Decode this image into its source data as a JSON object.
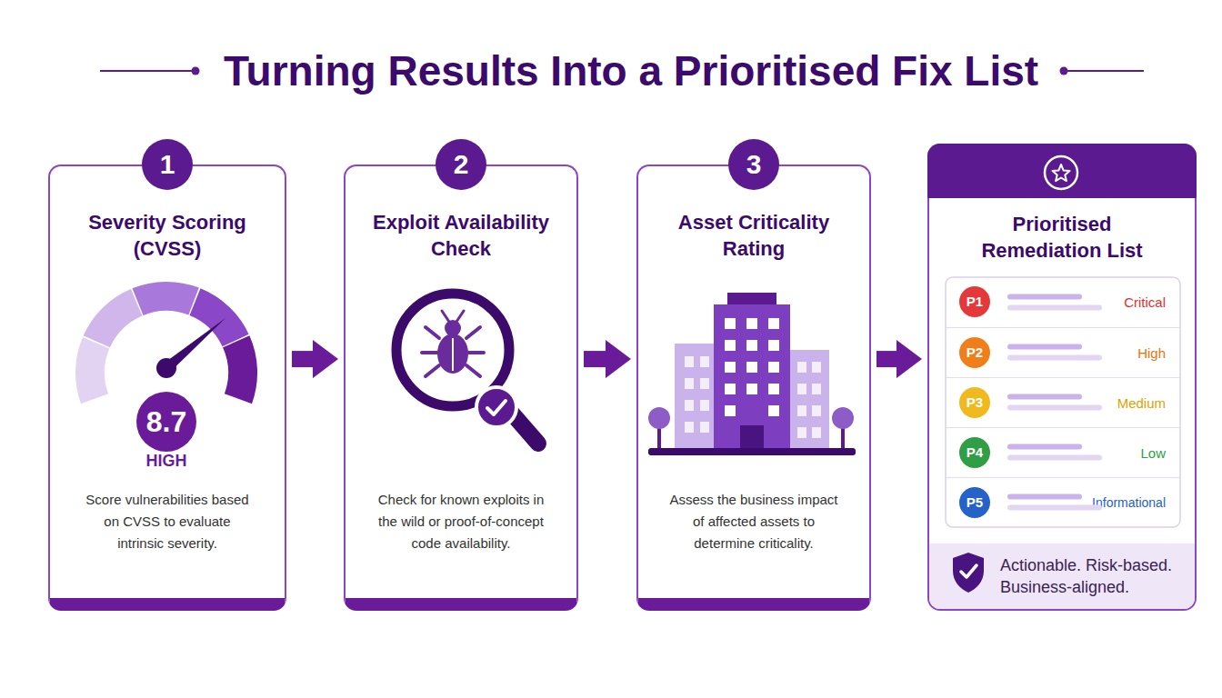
{
  "diagram": {
    "title": "Turning Results Into a Prioritised Fix List",
    "nodes": [
      {
        "text": [
          "Severity Scoring (CVSS)",
          "Score vulnerabilities based on CVSS to evaluate intrinsic severity."
        ]
      },
      {
        "text": [
          "1"
        ],
        "in": 0
      },
      {
        "text": [
          "8.7"
        ],
        "in": 0
      },
      {
        "text": [
          "Exploit Availability Check",
          "Check for known exploits in the wild or proof-of-concept code availability."
        ]
      },
      {
        "text": [
          "2"
        ],
        "in": 3
      },
      {
        "text": [
          "Asset Criticality Rating",
          "Assess the business impact of affected assets to determine criticality."
        ]
      },
      {
        "text": [
          "3"
        ],
        "in": 5
      },
      {
        "text": [
          "Prioritised Remediation List"
        ]
      },
      {
        "text": [
          "P1",
          "Critical"
        ],
        "in": 7
      },
      {
        "text": [
          "P2",
          "High"
        ],
        "in": 7
      },
      {
        "text": [
          "P3",
          "Medium"
        ],
        "in": 7
      },
      {
        "text": [
          "P4",
          "Low"
        ],
        "in": 7
      },
      {
        "text": [
          "P5",
          "Informational"
        ],
        "in": 7
      },
      {
        "text": [
          "Actionable. Risk-based. Business-aligned."
        ],
        "in": 7
      }
    ],
    "edges": [
      {
        "from": 0,
        "to": 3,
        "arrow": "to"
      },
      {
        "from": 3,
        "to": 5,
        "arrow": "to"
      },
      {
        "from": 5,
        "to": 7,
        "arrow": "to"
      }
    ],
    "labels": [
      "HIGH"
    ]
  }
}
